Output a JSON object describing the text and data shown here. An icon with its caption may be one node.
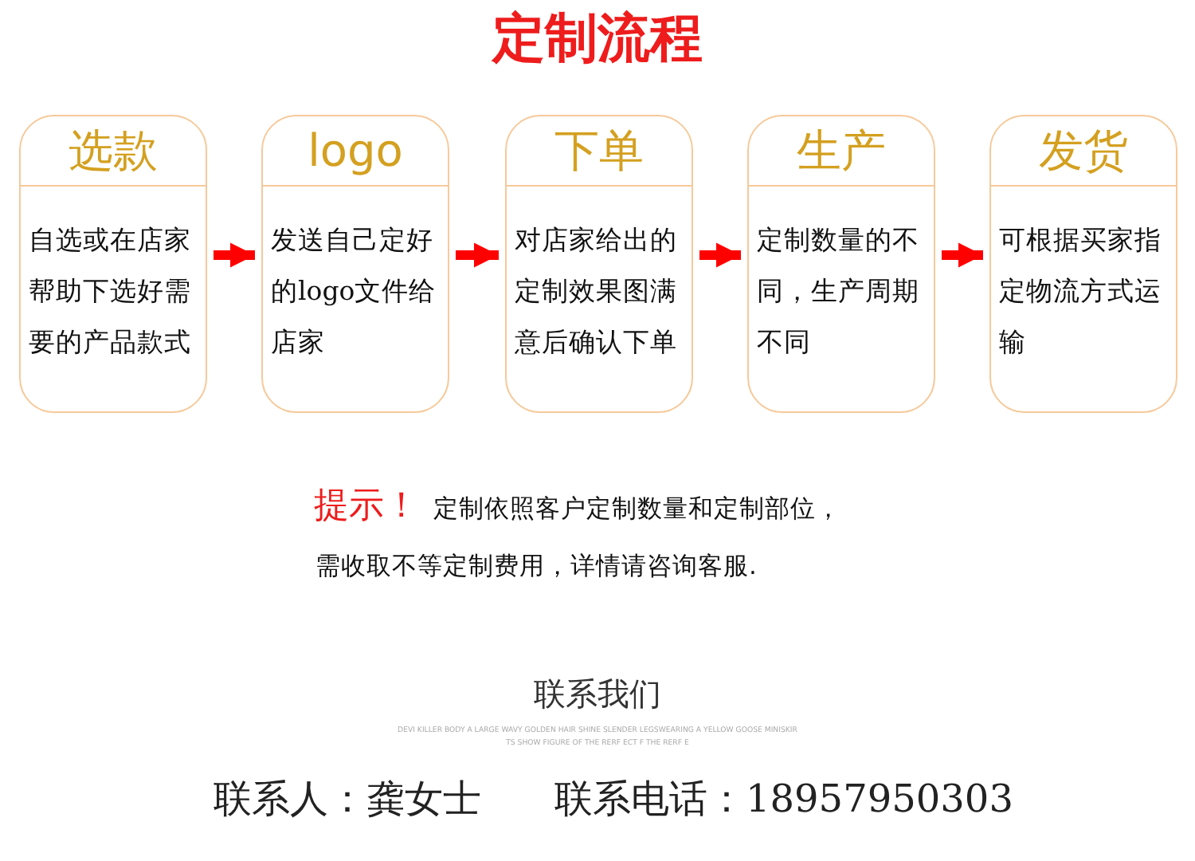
{
  "diagram": {
    "title": "定制流程",
    "nodes": [
      {
        "text": [
          "选款",
          "自选或在店家帮助下选好需要的产品款式"
        ]
      },
      {
        "text": [
          "logo",
          "发送自己定好的logo文件给店家"
        ]
      },
      {
        "text": [
          "下单",
          "对店家给出的定制效果图满意后确认下单"
        ]
      },
      {
        "text": [
          "生产",
          "定制数量的不同，生产周期不同"
        ]
      },
      {
        "text": [
          "发货",
          "可根据买家指定物流方式运输"
        ]
      }
    ],
    "edges": [
      {
        "from": 0,
        "to": 1,
        "arrow": "to"
      },
      {
        "from": 1,
        "to": 2,
        "arrow": "to"
      },
      {
        "from": 2,
        "to": 3,
        "arrow": "to"
      },
      {
        "from": 3,
        "to": 4,
        "arrow": "to"
      }
    ],
    "labels": [
      "提示！",
      "定制依照客户定制数量和定制部位，",
      "需收取不等定制费用，详情请咨询客服.",
      "联系我们",
      "DEVI KILLER BODY A LARGE WAVY GOLDEN HAIR SHINE SLENDER LEGSWEARING A YELLOW GOOSE MINISKIR",
      "TS SHOW FIGURE OF THE RERF ECT F THE RERF E",
      "联系人：龚女士",
      "联系电话：18957950303"
    ]
  }
}
